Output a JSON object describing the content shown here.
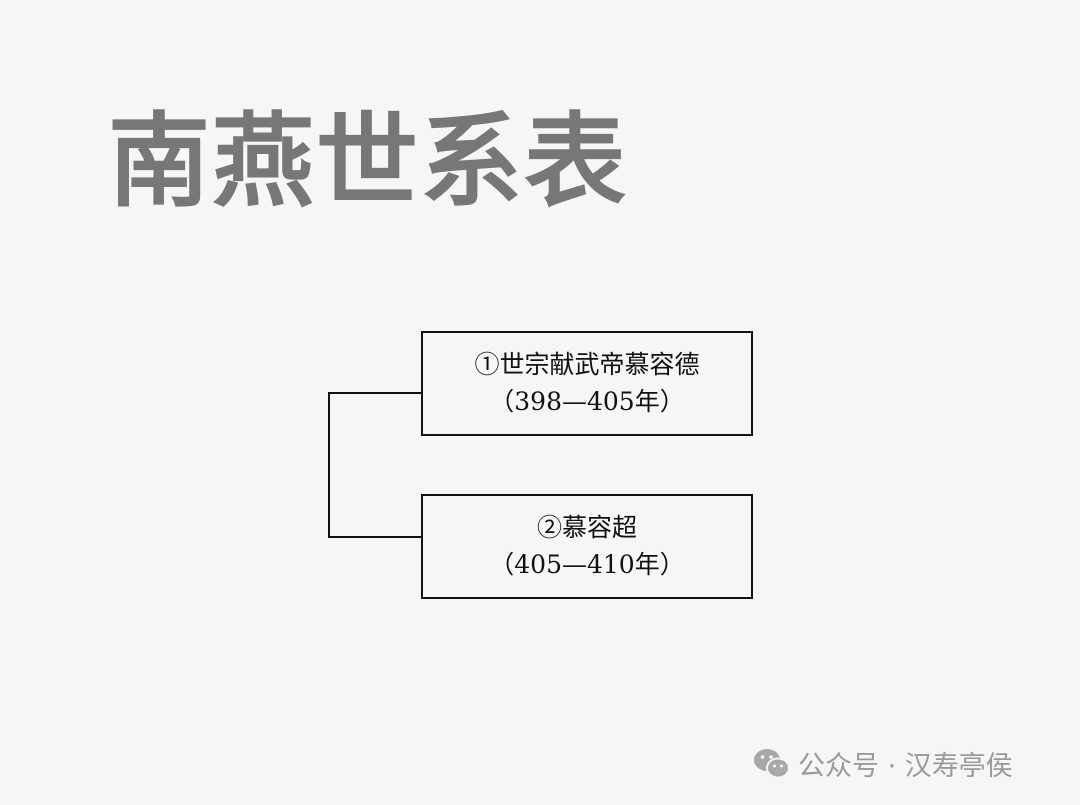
{
  "title": "南燕世系表",
  "rulers": [
    {
      "name": "①世宗献武帝慕容德",
      "reign": "（398—405年）"
    },
    {
      "name": "②慕容超",
      "reign": "（405—410年）"
    }
  ],
  "watermark": {
    "icon": "wechat-icon",
    "text": "公众号 · 汉寿亭侯"
  },
  "colors": {
    "title": "#777777",
    "line": "#111111",
    "watermark": "#9a9a9a"
  }
}
